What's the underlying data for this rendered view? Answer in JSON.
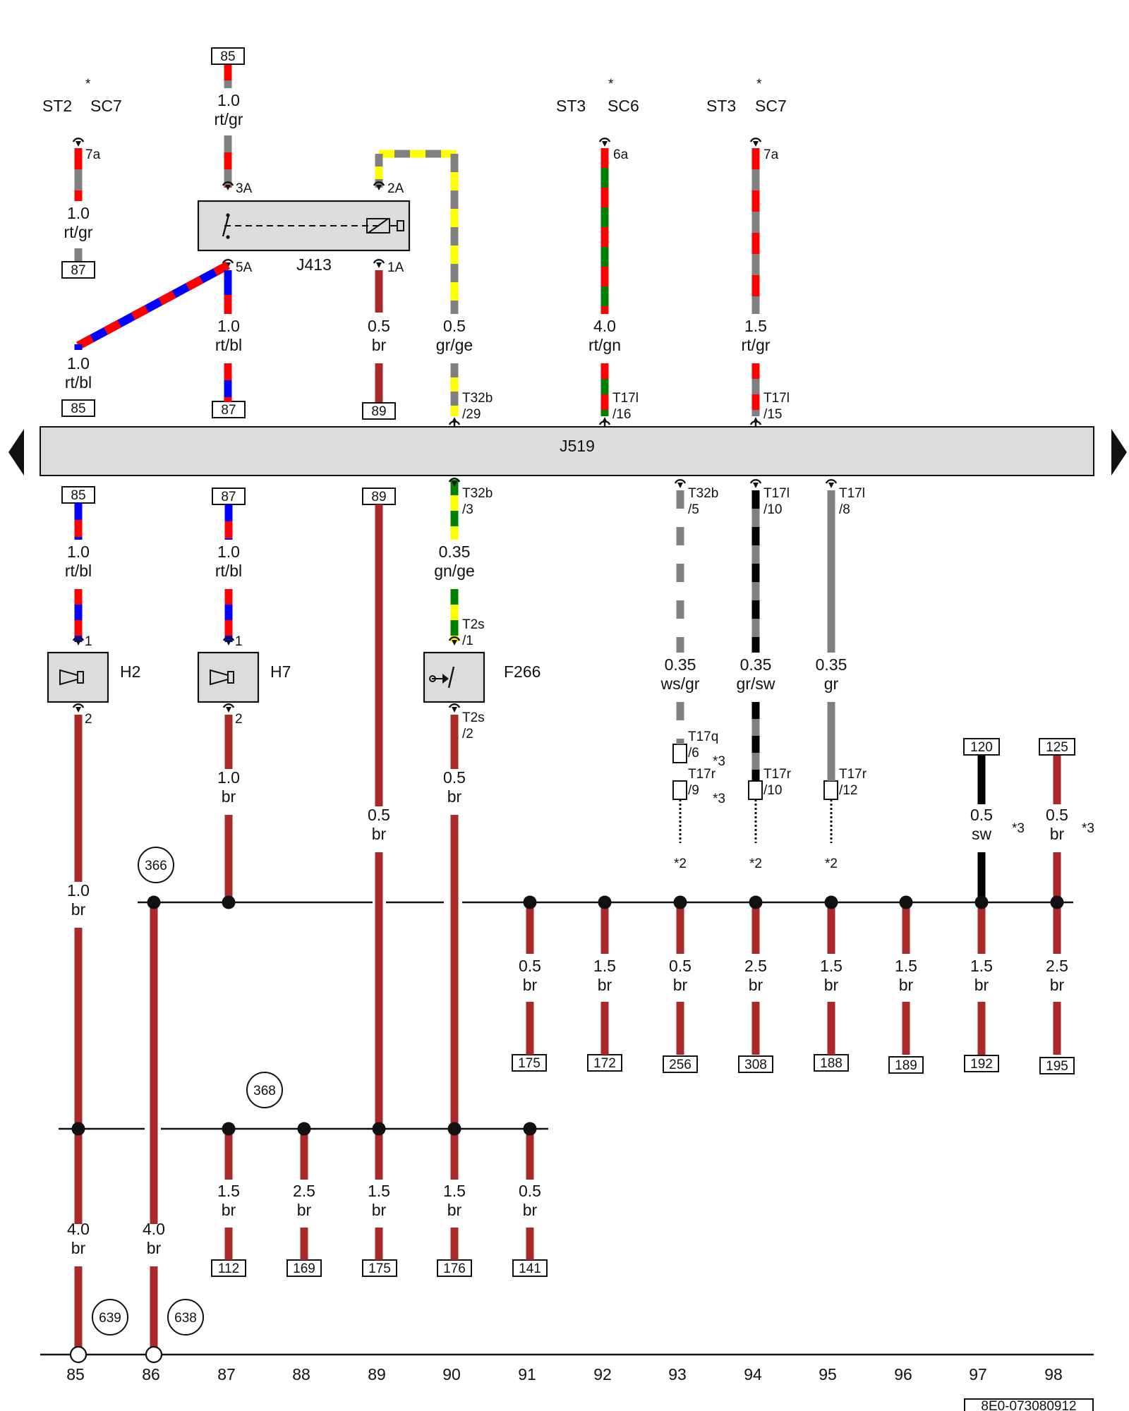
{
  "title": "",
  "module": {
    "name": "J519"
  },
  "relay": {
    "name": "J413",
    "pins": [
      "3A",
      "2A",
      "5A",
      "1A"
    ]
  },
  "top_blocks": [
    {
      "id": "st2",
      "parts": [
        "ST2",
        "*",
        "SC7"
      ],
      "pin": "7a"
    },
    {
      "id": "st3a",
      "parts": [
        "ST3",
        "*",
        "SC6"
      ],
      "pin": "6a"
    },
    {
      "id": "st3b",
      "parts": [
        "ST3",
        "*",
        "SC7"
      ],
      "pin": "7a"
    }
  ],
  "refs": {
    "r85top": "85",
    "r87a": "87",
    "r85a": "85",
    "r87b": "87",
    "r89a": "89",
    "r85b": "85",
    "r87c": "87",
    "r89b": "89",
    "r120": "120",
    "r125": "125",
    "r175a": "175",
    "r172": "172",
    "r256": "256",
    "r308": "308",
    "r188": "188",
    "r189": "189",
    "r192": "192",
    "r195": "195",
    "r112": "112",
    "r169": "169",
    "r175b": "175",
    "r176": "176",
    "r141": "141"
  },
  "wire_labels": [
    {
      "id": "w1",
      "size": "1.0",
      "color": "rt/gr"
    },
    {
      "id": "w2",
      "size": "1.0",
      "color": "rt/gr"
    },
    {
      "id": "w3",
      "size": "1.0",
      "color": "rt/bl"
    },
    {
      "id": "w4",
      "size": "1.0",
      "color": "rt/bl"
    },
    {
      "id": "w5",
      "size": "0.5",
      "color": "br"
    },
    {
      "id": "w6",
      "size": "0.5",
      "color": "gr/ge"
    },
    {
      "id": "w7",
      "size": "4.0",
      "color": "rt/gn"
    },
    {
      "id": "w8",
      "size": "1.5",
      "color": "rt/gr"
    },
    {
      "id": "w9",
      "size": "1.0",
      "color": "rt/bl"
    },
    {
      "id": "w10",
      "size": "1.0",
      "color": "rt/bl"
    },
    {
      "id": "w11",
      "size": "0.35",
      "color": "gn/ge"
    },
    {
      "id": "w12",
      "size": "0.35",
      "color": "ws/gr"
    },
    {
      "id": "w13",
      "size": "0.35",
      "color": "gr/sw"
    },
    {
      "id": "w14",
      "size": "0.35",
      "color": "gr"
    },
    {
      "id": "w15",
      "size": "1.0",
      "color": "br"
    },
    {
      "id": "w16",
      "size": "0.5",
      "color": "br"
    },
    {
      "id": "w17",
      "size": "0.5",
      "color": "br"
    },
    {
      "id": "w18",
      "size": "1.0",
      "color": "br"
    },
    {
      "id": "w19",
      "size": "0.5",
      "color": "sw"
    },
    {
      "id": "w20",
      "size": "0.5",
      "color": "br"
    },
    {
      "id": "w21",
      "size": "0.5",
      "color": "br"
    },
    {
      "id": "w22",
      "size": "1.5",
      "color": "br"
    },
    {
      "id": "w23",
      "size": "0.5",
      "color": "br"
    },
    {
      "id": "w24",
      "size": "2.5",
      "color": "br"
    },
    {
      "id": "w25",
      "size": "1.5",
      "color": "br"
    },
    {
      "id": "w26",
      "size": "1.5",
      "color": "br"
    },
    {
      "id": "w27",
      "size": "1.5",
      "color": "br"
    },
    {
      "id": "w28",
      "size": "2.5",
      "color": "br"
    },
    {
      "id": "w29",
      "size": "1.5",
      "color": "br"
    },
    {
      "id": "w30",
      "size": "2.5",
      "color": "br"
    },
    {
      "id": "w31",
      "size": "1.5",
      "color": "br"
    },
    {
      "id": "w32",
      "size": "1.5",
      "color": "br"
    },
    {
      "id": "w33",
      "size": "0.5",
      "color": "br"
    },
    {
      "id": "w34",
      "size": "4.0",
      "color": "br"
    },
    {
      "id": "w35",
      "size": "4.0",
      "color": "br"
    }
  ],
  "connectors": {
    "c1": "T32b",
    "c1p": "/29",
    "c2": "T17l",
    "c2p": "/16",
    "c3": "T17l",
    "c3p": "/15",
    "c4": "T32b",
    "c4p": "/3",
    "c5": "T32b",
    "c5p": "/5",
    "c6": "T17l",
    "c6p": "/10",
    "c7": "T17l",
    "c7p": "/8",
    "c8": "T2s",
    "c8p": "/1",
    "c9": "T2s",
    "c9p": "/2",
    "c10": "T17q",
    "c10p": "/6",
    "c11": "T17r",
    "c11p": "/9",
    "c12": "T17r",
    "c12p": "/10",
    "c13": "T17r",
    "c13p": "/12"
  },
  "components": {
    "h2": "H2",
    "h7": "H7",
    "f266": "F266",
    "h2p1": "1",
    "h2p2": "2",
    "h7p1": "1",
    "h7p2": "2"
  },
  "notes": {
    "n3a": "*3",
    "n3b": "*3",
    "n3c": "*3",
    "n3d": "*3",
    "n2a": "*2",
    "n2b": "*2",
    "n2c": "*2"
  },
  "splices": [
    "366",
    "368",
    "639",
    "638"
  ],
  "ground_points": {
    "a": "85",
    "b": "86"
  },
  "track_numbers": [
    "85",
    "86",
    "87",
    "88",
    "89",
    "90",
    "91",
    "92",
    "93",
    "94",
    "95",
    "96",
    "97",
    "98"
  ],
  "doc_code": "8E0-073080912",
  "colors": {
    "red": "#ff0000",
    "grey": "#808080",
    "blue": "#0000ff",
    "brown": "#aa2a2a",
    "yellow": "#ffff00",
    "green": "#008000",
    "black": "#000000",
    "white": "#ffffff",
    "module_fill": "#dcdcdc"
  }
}
